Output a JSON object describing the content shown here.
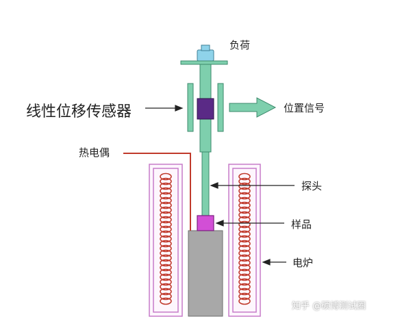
{
  "labels": {
    "load": "负荷",
    "lvdt_sensor": "线性位移传感器",
    "position_signal": "位置信号",
    "thermocouple": "热电偶",
    "probe": "探头",
    "sample": "样品",
    "furnace": "电炉"
  },
  "watermark": "知乎 @硕博测试圈",
  "colors": {
    "rod": "#7ecfad",
    "rod_edge": "#3c8a6c",
    "load_block": "#8fd3ea",
    "sensor_core": "#5a2a86",
    "sample": "#d24fd6",
    "base_block": "#a8a8a8",
    "furnace_outline": "#c77bc9",
    "coil": "#c0392b",
    "thermocouple_wire": "#c0392b",
    "arrow": "#7ecfad",
    "text": "#222222"
  }
}
